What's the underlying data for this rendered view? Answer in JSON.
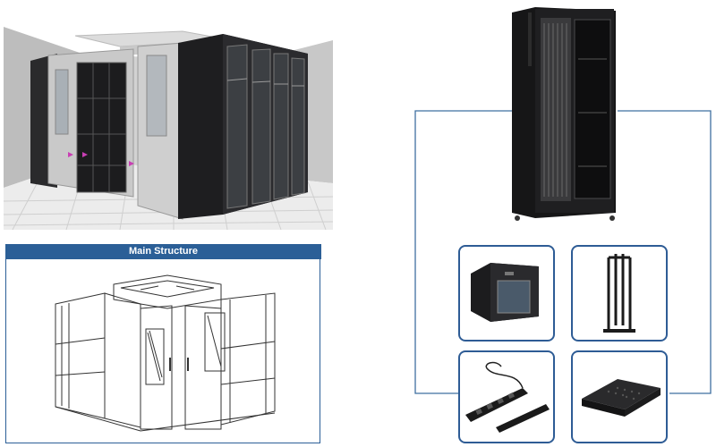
{
  "structure_panel": {
    "title": "Main Structure"
  },
  "colors": {
    "accent_blue": "#2b5f97",
    "cabinet_black": "#1b1b1d",
    "floor_gray": "#e6e6e6"
  },
  "icons": [
    "cold-aisle-3d-render",
    "server-rack-cabinet",
    "wall-mount-cabinet",
    "open-frame-rack",
    "power-distribution-unit",
    "rack-shelf"
  ]
}
